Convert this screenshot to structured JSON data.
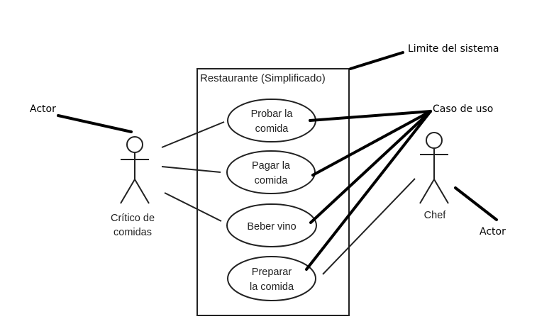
{
  "diagram": {
    "system": {
      "title": "Restaurante (Simplificado)"
    },
    "use_cases": [
      {
        "id": "probar",
        "lines": [
          "Probar la",
          "comida"
        ]
      },
      {
        "id": "pagar",
        "lines": [
          "Pagar la",
          "comida"
        ]
      },
      {
        "id": "beber",
        "lines": [
          "Beber vino"
        ]
      },
      {
        "id": "preparar",
        "lines": [
          "Preparar",
          "la comida"
        ]
      }
    ],
    "actors": [
      {
        "id": "critico",
        "lines": [
          "Crítico de",
          "comidas"
        ]
      },
      {
        "id": "chef",
        "lines": [
          "Chef"
        ]
      }
    ],
    "annotations": {
      "actor_left": "Actor",
      "actor_right": "Actor",
      "system_boundary": "Limite del sistema",
      "use_case": "Caso de uso"
    }
  }
}
